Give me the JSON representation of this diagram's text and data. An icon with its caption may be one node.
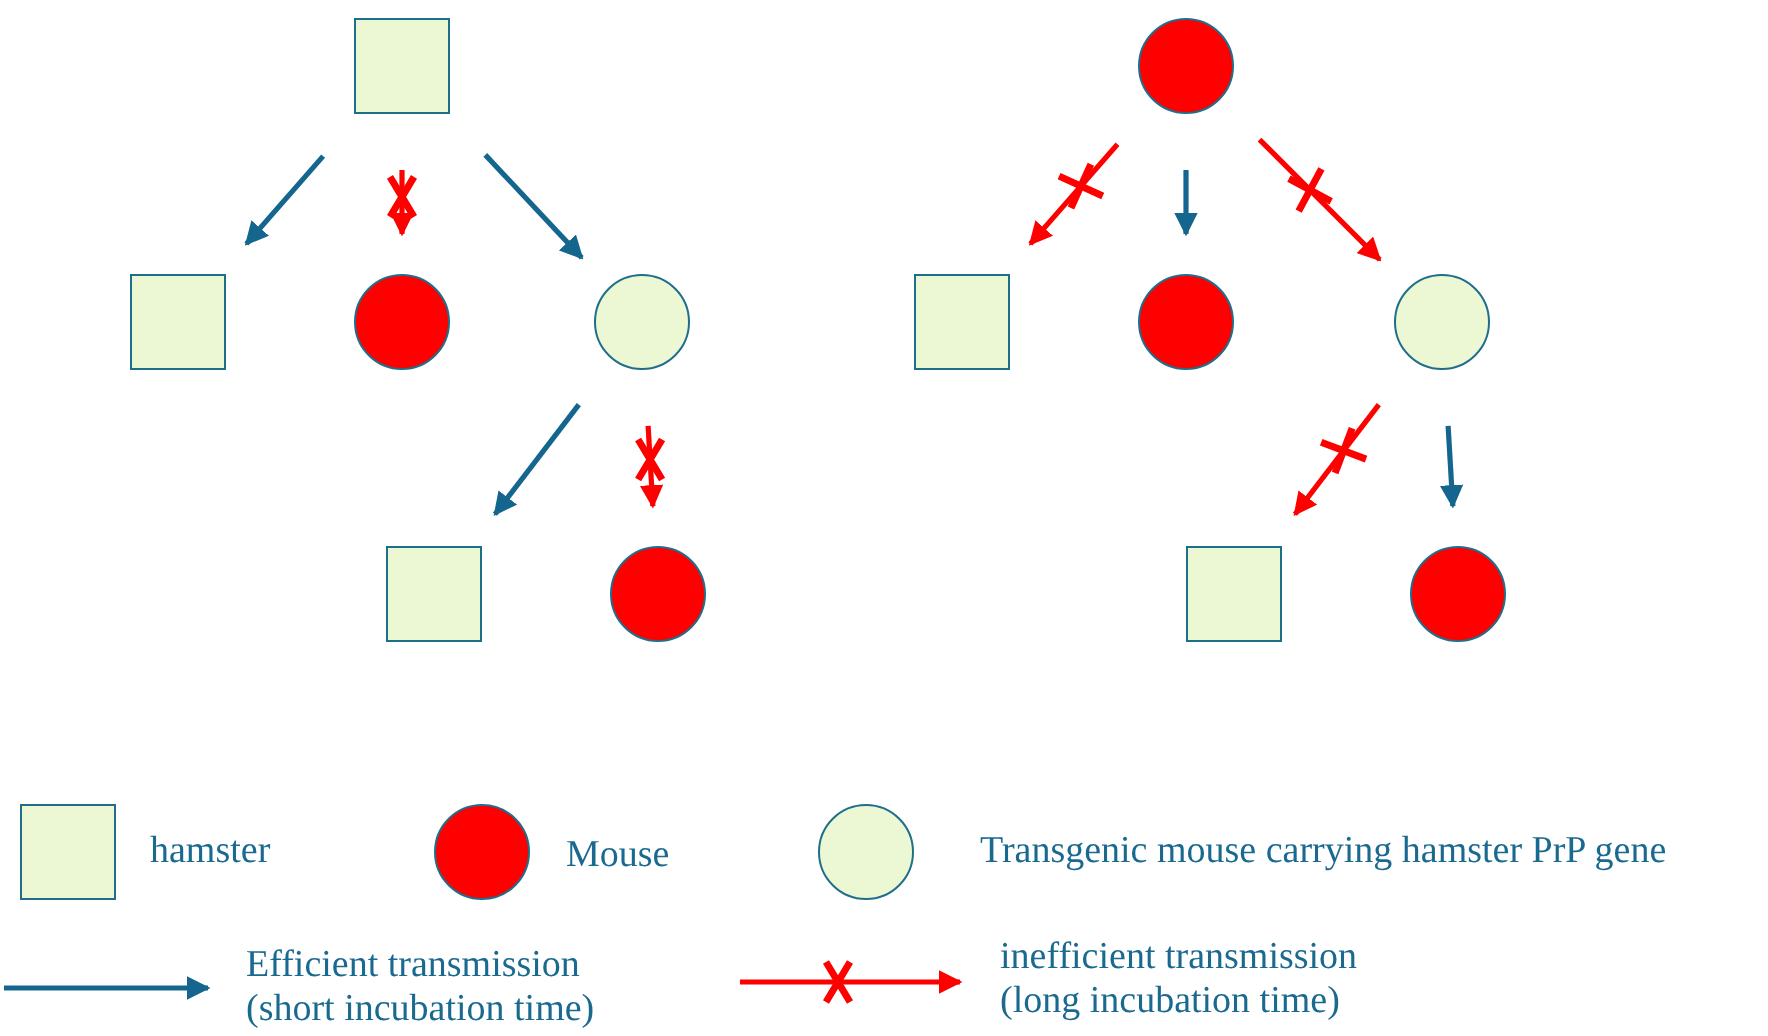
{
  "diagram": {
    "nodes": [
      {
        "text": [],
        "shape": "box"
      },
      {
        "text": [],
        "shape": "box"
      },
      {
        "text": [],
        "shape": "circle"
      },
      {
        "text": [],
        "shape": "circle"
      },
      {
        "text": [],
        "shape": "box"
      },
      {
        "text": [],
        "shape": "circle"
      },
      {
        "text": [],
        "shape": "circle"
      },
      {
        "text": [],
        "shape": "box"
      },
      {
        "text": [],
        "shape": "circle"
      },
      {
        "text": [],
        "shape": "circle"
      },
      {
        "text": [],
        "shape": "box"
      },
      {
        "text": [],
        "shape": "circle"
      }
    ],
    "edges": [
      {
        "from": 0,
        "to": 1,
        "arrow": "to"
      },
      {
        "from": 0,
        "to": 2,
        "arrow": "to",
        "color": "#ff0000"
      },
      {
        "from": 0,
        "to": 3,
        "arrow": "to"
      },
      {
        "from": 3,
        "to": 4,
        "arrow": "to"
      },
      {
        "from": 3,
        "to": 5,
        "arrow": "to",
        "color": "#ff0000"
      },
      {
        "from": 6,
        "to": 7,
        "arrow": "to",
        "color": "#ff0000"
      },
      {
        "from": 6,
        "to": 8,
        "arrow": "to"
      },
      {
        "from": 6,
        "to": 9,
        "arrow": "to",
        "color": "#ff0000"
      },
      {
        "from": 9,
        "to": 10,
        "arrow": "to",
        "color": "#ff0000"
      },
      {
        "from": 9,
        "to": 11,
        "arrow": "to"
      }
    ],
    "legend": [
      {
        "text": "hamster",
        "color": "#ecf8d4"
      },
      {
        "text": "Mouse",
        "color": "#ff0000"
      },
      {
        "text": "Transgenic mouse carrying hamster PrP gene",
        "color": "#ecf8d4"
      },
      {
        "text": "Efficient transmission (short incubation time)"
      },
      {
        "text": "inefficient transmission (long incubation time)"
      }
    ]
  }
}
